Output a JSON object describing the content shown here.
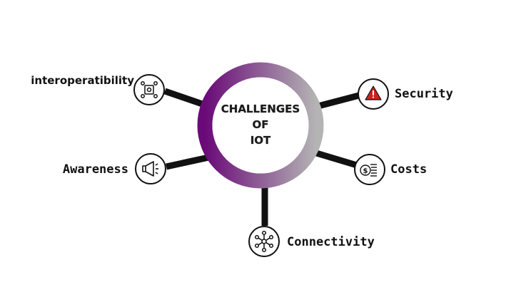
{
  "center": {
    "lines": [
      "CHALLENGES",
      "OF",
      "IOT"
    ]
  },
  "colors": {
    "ring_start": "#6a0a78",
    "ring_end": "#b4b4b4",
    "connector": "#111111",
    "warning_red": "#d0211c"
  },
  "challenges": [
    {
      "id": "interoperability",
      "label": "interoperatibility",
      "icon": "network-nodes-icon"
    },
    {
      "id": "awareness",
      "label": "Awareness",
      "icon": "megaphone-icon"
    },
    {
      "id": "connectivity",
      "label": "Connectivity",
      "icon": "hub-nodes-icon"
    },
    {
      "id": "security",
      "label": "Security",
      "icon": "warning-triangle-icon"
    },
    {
      "id": "costs",
      "label": "Costs",
      "icon": "coins-icon"
    }
  ]
}
